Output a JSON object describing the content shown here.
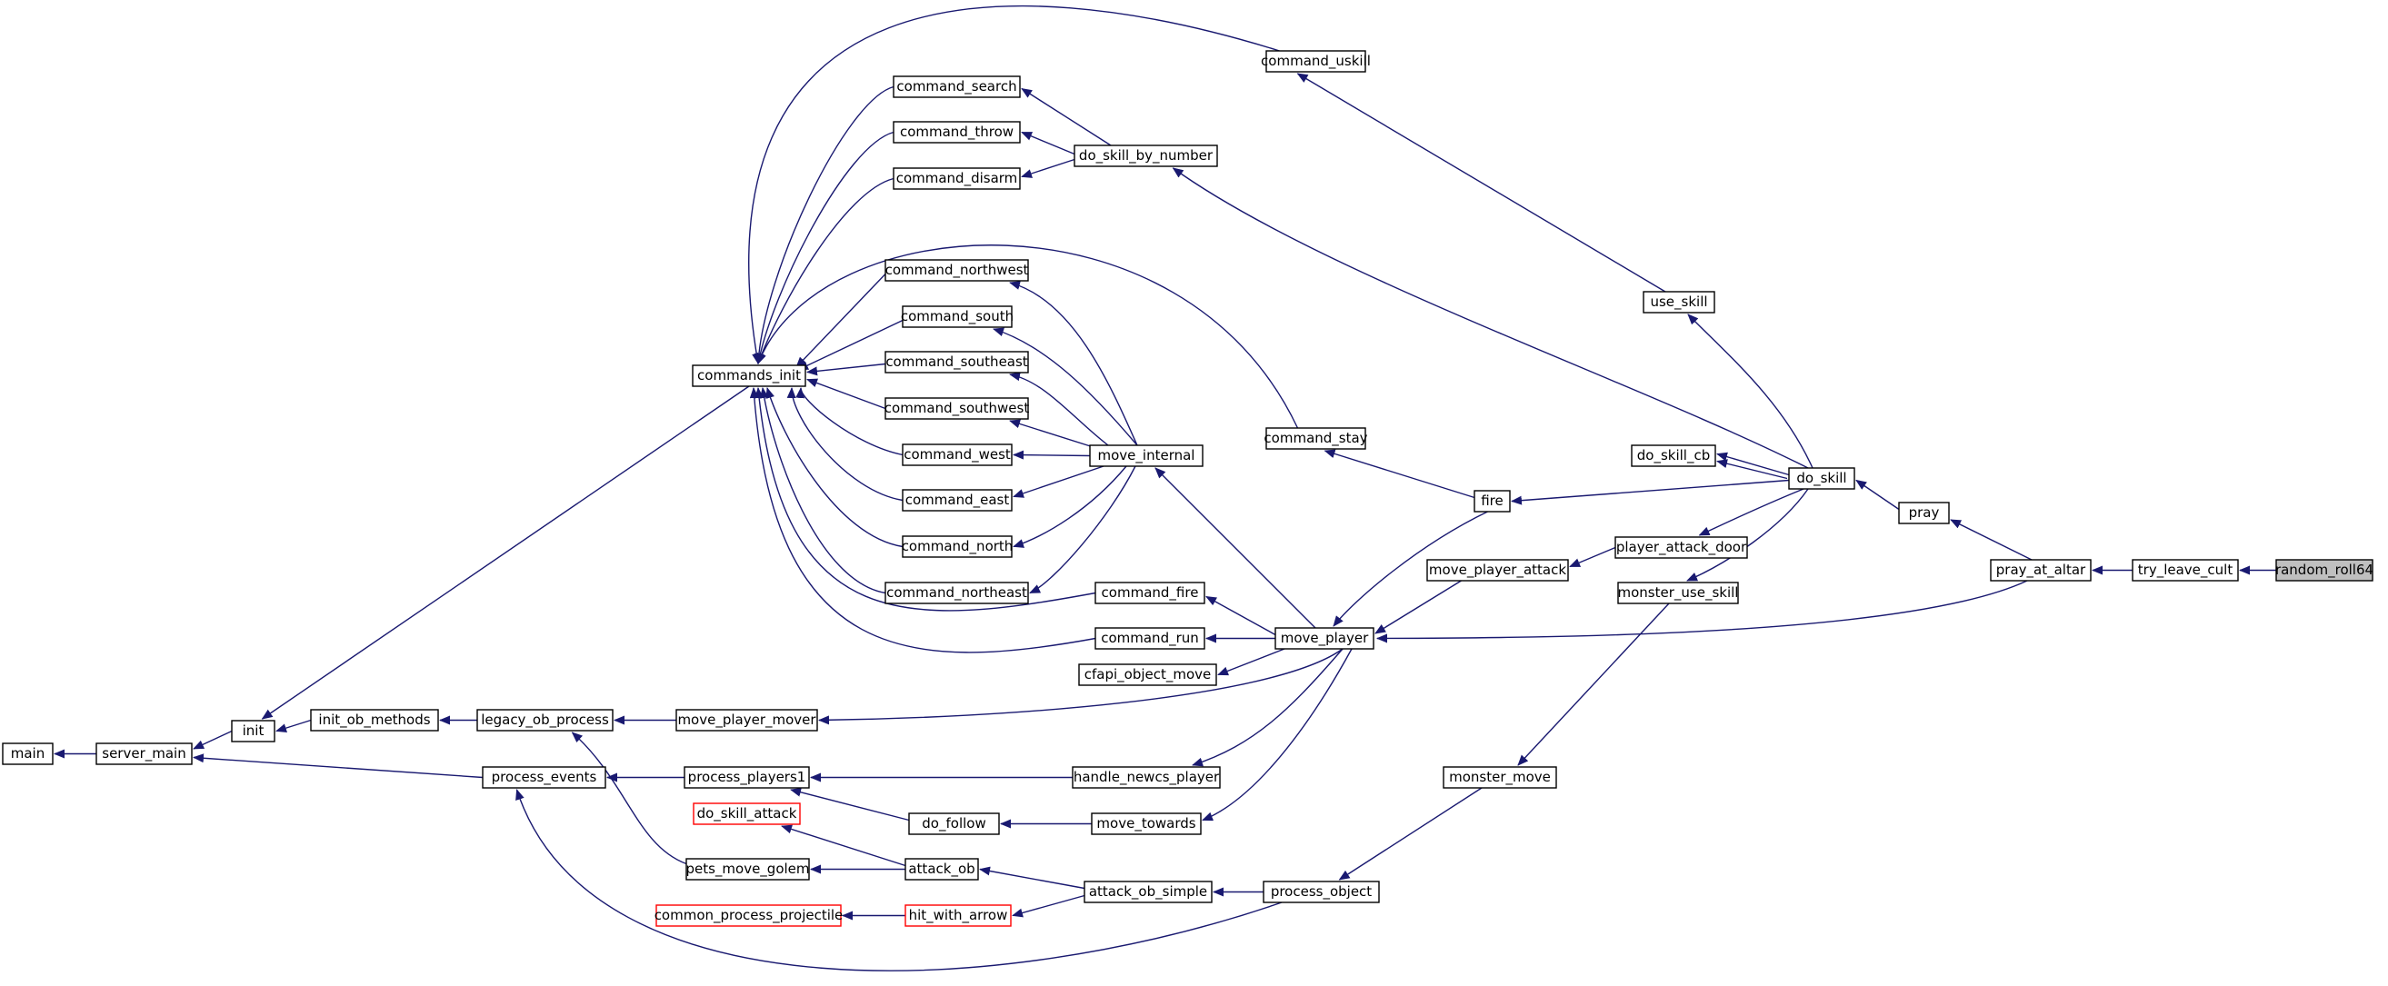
{
  "colors": {
    "edge": "#191970",
    "node_border": "#000000",
    "external_border": "#ff0000",
    "focus_fill": "#bfbfbf"
  },
  "nodes": [
    {
      "id": "random_roll64",
      "label": "random_roll64",
      "style": "focus"
    },
    {
      "id": "try_leave_cult",
      "label": "try_leave_cult"
    },
    {
      "id": "pray_at_altar",
      "label": "pray_at_altar"
    },
    {
      "id": "pray",
      "label": "pray"
    },
    {
      "id": "do_skill",
      "label": "do_skill"
    },
    {
      "id": "do_skill_cb",
      "label": "do_skill_cb"
    },
    {
      "id": "use_skill",
      "label": "use_skill"
    },
    {
      "id": "player_attack_door",
      "label": "player_attack_door"
    },
    {
      "id": "monster_use_skill",
      "label": "monster_use_skill"
    },
    {
      "id": "command_uskill",
      "label": "command_uskill"
    },
    {
      "id": "do_skill_by_number",
      "label": "do_skill_by_number"
    },
    {
      "id": "command_search",
      "label": "command_search"
    },
    {
      "id": "command_throw",
      "label": "command_throw"
    },
    {
      "id": "command_disarm",
      "label": "command_disarm"
    },
    {
      "id": "command_northwest",
      "label": "command_northwest"
    },
    {
      "id": "command_south",
      "label": "command_south"
    },
    {
      "id": "command_southeast",
      "label": "command_southeast"
    },
    {
      "id": "command_southwest",
      "label": "command_southwest"
    },
    {
      "id": "command_west",
      "label": "command_west"
    },
    {
      "id": "command_east",
      "label": "command_east"
    },
    {
      "id": "command_north",
      "label": "command_north"
    },
    {
      "id": "command_northeast",
      "label": "command_northeast"
    },
    {
      "id": "commands_init",
      "label": "commands_init"
    },
    {
      "id": "move_internal",
      "label": "move_internal"
    },
    {
      "id": "command_stay",
      "label": "command_stay"
    },
    {
      "id": "fire",
      "label": "fire"
    },
    {
      "id": "move_player_attack",
      "label": "move_player_attack"
    },
    {
      "id": "command_fire",
      "label": "command_fire"
    },
    {
      "id": "command_run",
      "label": "command_run"
    },
    {
      "id": "cfapi_object_move",
      "label": "cfapi_object_move"
    },
    {
      "id": "move_player",
      "label": "move_player"
    },
    {
      "id": "move_player_mover",
      "label": "move_player_mover"
    },
    {
      "id": "legacy_ob_process",
      "label": "legacy_ob_process"
    },
    {
      "id": "init_ob_methods",
      "label": "init_ob_methods"
    },
    {
      "id": "init",
      "label": "init"
    },
    {
      "id": "main",
      "label": "main"
    },
    {
      "id": "server_main",
      "label": "server_main"
    },
    {
      "id": "process_events",
      "label": "process_events"
    },
    {
      "id": "process_players1",
      "label": "process_players1"
    },
    {
      "id": "handle_newcs_player",
      "label": "handle_newcs_player"
    },
    {
      "id": "monster_move",
      "label": "monster_move"
    },
    {
      "id": "do_follow",
      "label": "do_follow"
    },
    {
      "id": "move_towards",
      "label": "move_towards"
    },
    {
      "id": "do_skill_attack",
      "label": "do_skill_attack",
      "style": "external"
    },
    {
      "id": "attack_ob",
      "label": "attack_ob"
    },
    {
      "id": "pets_move_golem",
      "label": "pets_move_golem"
    },
    {
      "id": "attack_ob_simple",
      "label": "attack_ob_simple"
    },
    {
      "id": "process_object",
      "label": "process_object"
    },
    {
      "id": "common_process_projectile",
      "label": "common_process_projectile",
      "style": "external"
    },
    {
      "id": "hit_with_arrow",
      "label": "hit_with_arrow",
      "style": "external"
    }
  ],
  "edges": [
    [
      "random_roll64",
      "try_leave_cult"
    ],
    [
      "try_leave_cult",
      "pray_at_altar"
    ],
    [
      "pray_at_altar",
      "pray"
    ],
    [
      "pray_at_altar",
      "move_player"
    ],
    [
      "pray",
      "do_skill"
    ],
    [
      "do_skill",
      "do_skill_cb"
    ],
    [
      "do_skill_cb",
      "do_skill"
    ],
    [
      "do_skill",
      "use_skill"
    ],
    [
      "do_skill",
      "do_skill_by_number"
    ],
    [
      "do_skill",
      "fire"
    ],
    [
      "do_skill",
      "player_attack_door"
    ],
    [
      "do_skill",
      "monster_use_skill"
    ],
    [
      "use_skill",
      "command_uskill"
    ],
    [
      "command_uskill",
      "commands_init"
    ],
    [
      "do_skill_by_number",
      "command_search"
    ],
    [
      "do_skill_by_number",
      "command_throw"
    ],
    [
      "do_skill_by_number",
      "command_disarm"
    ],
    [
      "command_search",
      "commands_init"
    ],
    [
      "command_throw",
      "commands_init"
    ],
    [
      "command_disarm",
      "commands_init"
    ],
    [
      "fire",
      "command_stay"
    ],
    [
      "fire",
      "move_player"
    ],
    [
      "command_stay",
      "commands_init"
    ],
    [
      "player_attack_door",
      "move_player_attack"
    ],
    [
      "move_player_attack",
      "move_player"
    ],
    [
      "monster_use_skill",
      "monster_move"
    ],
    [
      "monster_move",
      "process_object"
    ],
    [
      "move_player",
      "move_internal"
    ],
    [
      "move_player",
      "command_fire"
    ],
    [
      "move_player",
      "command_run"
    ],
    [
      "move_player",
      "cfapi_object_move"
    ],
    [
      "move_player",
      "move_player_mover"
    ],
    [
      "move_player",
      "handle_newcs_player"
    ],
    [
      "move_player",
      "move_towards"
    ],
    [
      "move_internal",
      "command_northwest"
    ],
    [
      "move_internal",
      "command_south"
    ],
    [
      "move_internal",
      "command_southeast"
    ],
    [
      "move_internal",
      "command_southwest"
    ],
    [
      "move_internal",
      "command_west"
    ],
    [
      "move_internal",
      "command_east"
    ],
    [
      "move_internal",
      "command_north"
    ],
    [
      "move_internal",
      "command_northeast"
    ],
    [
      "command_northwest",
      "commands_init"
    ],
    [
      "command_south",
      "commands_init"
    ],
    [
      "command_southeast",
      "commands_init"
    ],
    [
      "command_southwest",
      "commands_init"
    ],
    [
      "command_west",
      "commands_init"
    ],
    [
      "command_east",
      "commands_init"
    ],
    [
      "command_north",
      "commands_init"
    ],
    [
      "command_northeast",
      "commands_init"
    ],
    [
      "command_fire",
      "commands_init"
    ],
    [
      "command_run",
      "commands_init"
    ],
    [
      "commands_init",
      "init"
    ],
    [
      "move_player_mover",
      "legacy_ob_process"
    ],
    [
      "legacy_ob_process",
      "init_ob_methods"
    ],
    [
      "init_ob_methods",
      "init"
    ],
    [
      "init",
      "server_main"
    ],
    [
      "server_main",
      "main"
    ],
    [
      "handle_newcs_player",
      "process_players1"
    ],
    [
      "process_players1",
      "process_events"
    ],
    [
      "process_events",
      "server_main"
    ],
    [
      "move_towards",
      "do_follow"
    ],
    [
      "do_follow",
      "process_players1"
    ],
    [
      "process_object",
      "attack_ob_simple"
    ],
    [
      "process_object",
      "process_events"
    ],
    [
      "attack_ob_simple",
      "attack_ob"
    ],
    [
      "attack_ob_simple",
      "hit_with_arrow"
    ],
    [
      "attack_ob",
      "do_skill_attack"
    ],
    [
      "attack_ob",
      "pets_move_golem"
    ],
    [
      "pets_move_golem",
      "legacy_ob_process"
    ],
    [
      "hit_with_arrow",
      "common_process_projectile"
    ]
  ]
}
